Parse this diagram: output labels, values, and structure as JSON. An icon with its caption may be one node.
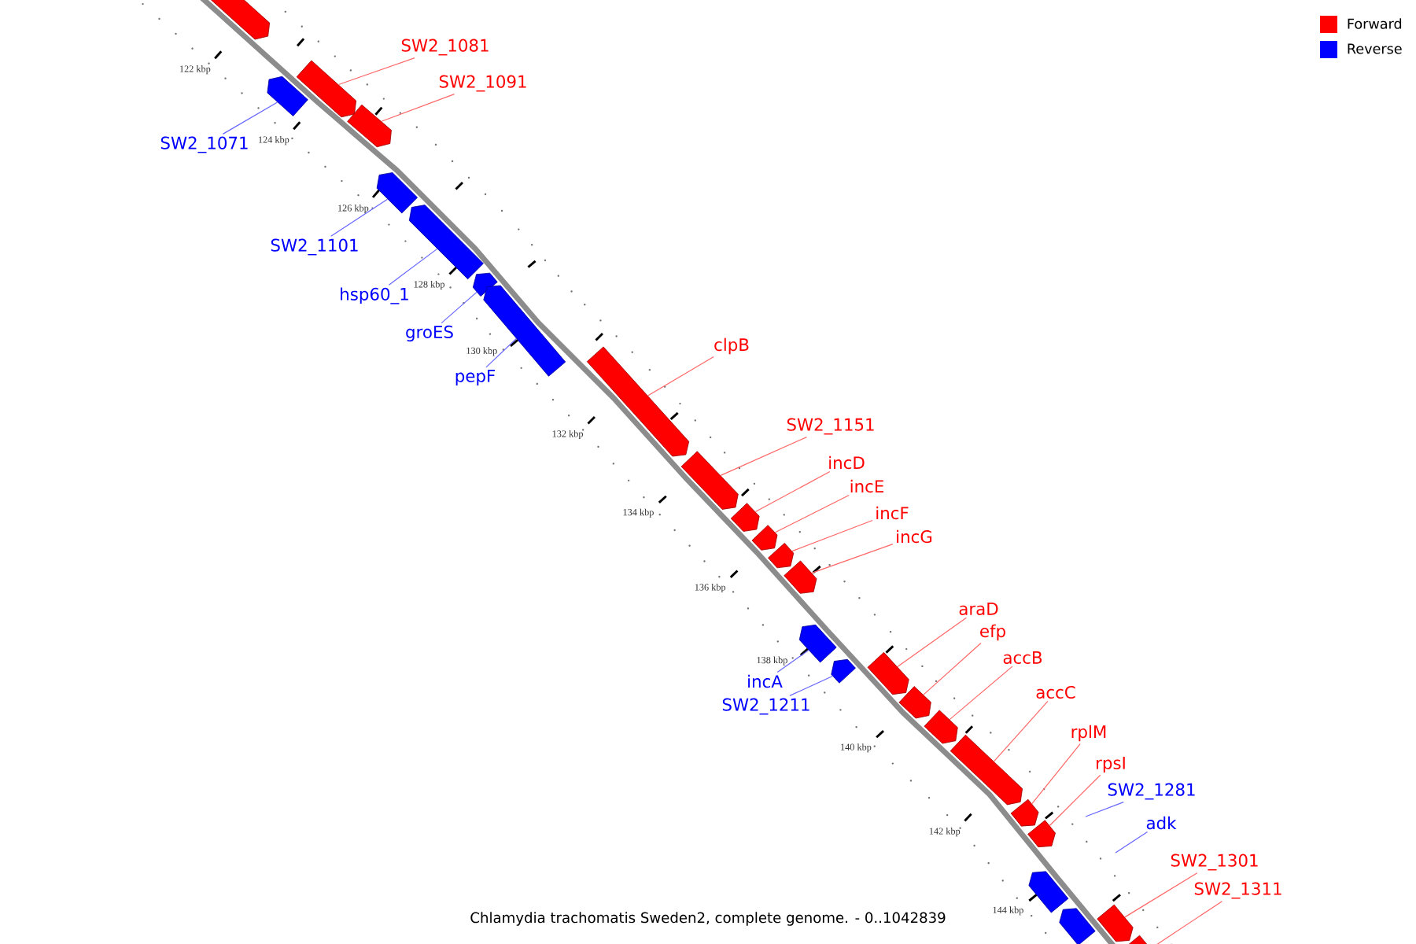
{
  "diagram": {
    "caption": "Chlamydia trachomatis Sweden2, complete genome. - 0..1042839",
    "nodes": [
      {
        "text": [],
        "shape": "arrow"
      },
      {
        "text": [
          "SW2_1071"
        ]
      },
      {
        "text": [],
        "shape": "arrow"
      },
      {
        "text": [
          "SW2_1081"
        ]
      },
      {
        "text": [],
        "shape": "arrow"
      },
      {
        "text": [
          "SW2_1091"
        ]
      },
      {
        "text": [],
        "shape": "arrow"
      },
      {
        "text": [
          "SW2_1101"
        ]
      },
      {
        "text": [],
        "shape": "arrow"
      },
      {
        "text": [
          "hsp60_1"
        ]
      },
      {
        "text": [],
        "shape": "arrow"
      },
      {
        "text": [
          "groES"
        ]
      },
      {
        "text": [],
        "shape": "arrow"
      },
      {
        "text": [
          "pepF"
        ]
      },
      {
        "text": [],
        "shape": "arrow"
      },
      {
        "text": [
          "clpB"
        ]
      },
      {
        "text": [],
        "shape": "arrow"
      },
      {
        "text": [
          "SW2_1151"
        ]
      },
      {
        "text": [],
        "shape": "arrow"
      },
      {
        "text": [
          "incD"
        ]
      },
      {
        "text": [],
        "shape": "arrow"
      },
      {
        "text": [
          "incE"
        ]
      },
      {
        "text": [],
        "shape": "arrow"
      },
      {
        "text": [
          "incF"
        ]
      },
      {
        "text": [],
        "shape": "arrow"
      },
      {
        "text": [
          "incG"
        ]
      },
      {
        "text": [],
        "shape": "arrow"
      },
      {
        "text": [
          "incA"
        ]
      },
      {
        "text": [],
        "shape": "arrow"
      },
      {
        "text": [
          "SW2_1211"
        ]
      },
      {
        "text": [],
        "shape": "arrow"
      },
      {
        "text": [
          "araD"
        ]
      },
      {
        "text": [],
        "shape": "arrow"
      },
      {
        "text": [
          "efp"
        ]
      },
      {
        "text": [],
        "shape": "arrow"
      },
      {
        "text": [
          "accB"
        ]
      },
      {
        "text": [],
        "shape": "arrow"
      },
      {
        "text": [
          "accC"
        ]
      },
      {
        "text": [],
        "shape": "arrow"
      },
      {
        "text": [
          "rplM"
        ]
      },
      {
        "text": [],
        "shape": "arrow"
      },
      {
        "text": [
          "rpsI"
        ]
      },
      {
        "text": [],
        "shape": "arrow"
      },
      {
        "text": [
          "SW2_1281"
        ]
      },
      {
        "text": [
          "adk"
        ]
      },
      {
        "text": [],
        "shape": "arrow"
      },
      {
        "text": [],
        "shape": "arrow"
      },
      {
        "text": [
          "SW2_1301"
        ]
      },
      {
        "text": [],
        "shape": "arrow"
      },
      {
        "text": [
          "SW2_1311"
        ]
      },
      {
        "text": [],
        "shape": "arrow"
      }
    ],
    "edges": [
      {
        "from": 1,
        "to": 2,
        "arrow": "none",
        "color": "#6666ff"
      },
      {
        "from": 3,
        "to": 4,
        "arrow": "none"
      },
      {
        "from": 5,
        "to": 6,
        "arrow": "none"
      },
      {
        "from": 7,
        "to": 8,
        "arrow": "none",
        "color": "#6666ff"
      },
      {
        "from": 9,
        "to": 10,
        "arrow": "none",
        "color": "#6666ff"
      },
      {
        "from": 11,
        "to": 12,
        "arrow": "none",
        "color": "#6666ff"
      },
      {
        "from": 13,
        "to": 14,
        "arrow": "none",
        "color": "#6666ff"
      },
      {
        "from": 15,
        "to": 16,
        "arrow": "none"
      },
      {
        "from": 17,
        "to": 18,
        "arrow": "none"
      },
      {
        "from": 19,
        "to": 20,
        "arrow": "none"
      },
      {
        "from": 21,
        "to": 22,
        "arrow": "none"
      },
      {
        "from": 23,
        "to": 24,
        "arrow": "none"
      },
      {
        "from": 25,
        "to": 26,
        "arrow": "none"
      },
      {
        "from": 27,
        "to": 28,
        "arrow": "none",
        "color": "#6666ff"
      },
      {
        "from": 29,
        "to": 30,
        "arrow": "none",
        "color": "#6666ff"
      },
      {
        "from": 31,
        "to": 32,
        "arrow": "none"
      },
      {
        "from": 33,
        "to": 34,
        "arrow": "none"
      },
      {
        "from": 35,
        "to": 36,
        "arrow": "none"
      },
      {
        "from": 37,
        "to": 38,
        "arrow": "none"
      },
      {
        "from": 39,
        "to": 40,
        "arrow": "none"
      },
      {
        "from": 41,
        "to": 42,
        "arrow": "none"
      },
      {
        "from": 43,
        "to": null,
        "arrow": "none",
        "color": "#6666ff"
      },
      {
        "from": 44,
        "to": null,
        "arrow": "none",
        "color": "#6666ff"
      },
      {
        "from": 47,
        "to": 48,
        "arrow": "none"
      },
      {
        "from": 49,
        "to": 50,
        "arrow": "none"
      }
    ],
    "labels": [
      "122 kbp",
      "124 kbp",
      "126 kbp",
      "128 kbp",
      "130 kbp",
      "132 kbp",
      "134 kbp",
      "136 kbp",
      "138 kbp",
      "140 kbp",
      "142 kbp",
      "144 kbp"
    ],
    "legend": [
      {
        "text": "Forward",
        "color": "#ff0000"
      },
      {
        "text": "Reverse",
        "color": "#0000ff"
      }
    ]
  }
}
